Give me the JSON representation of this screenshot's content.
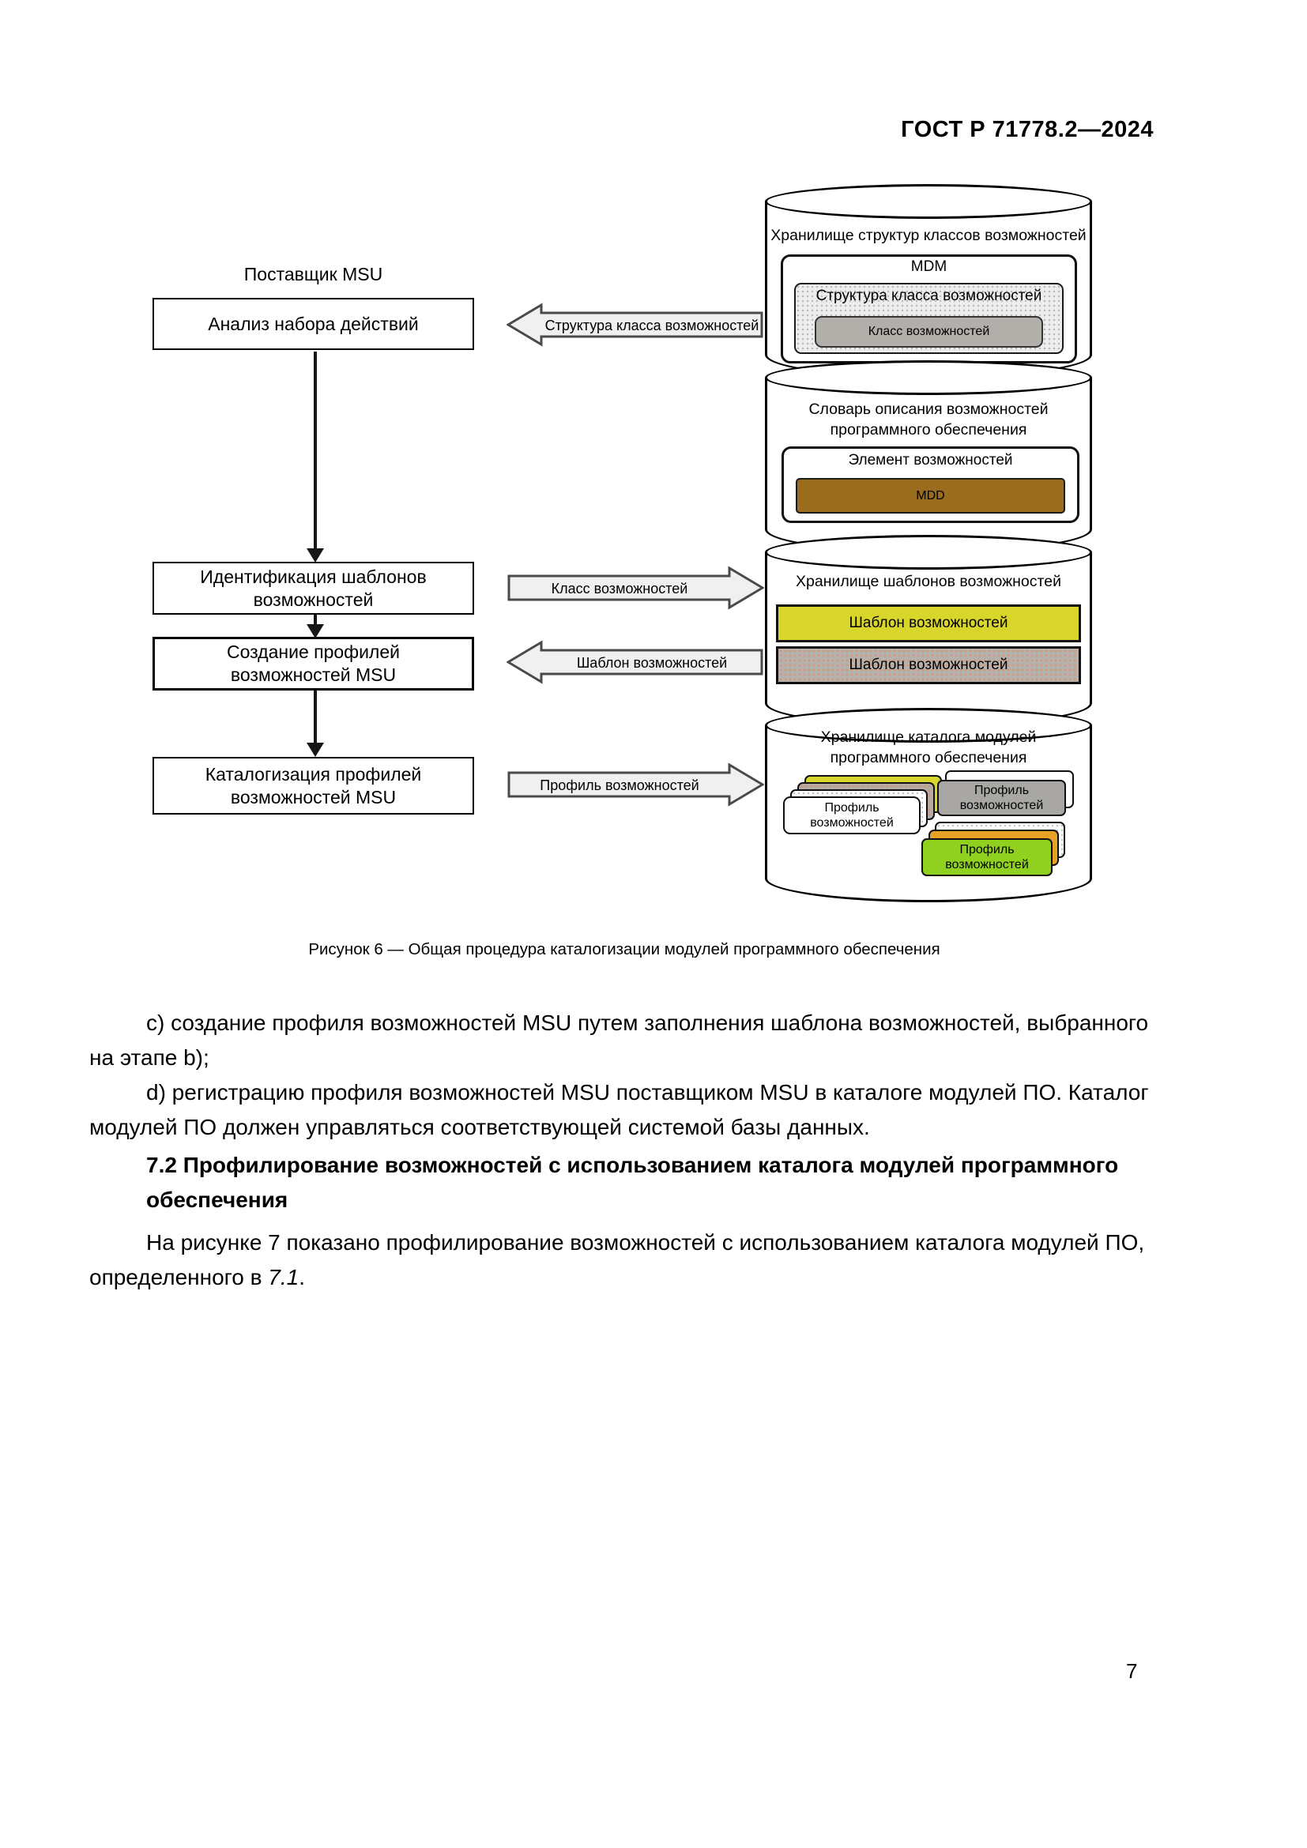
{
  "page": {
    "header": "ГОСТ Р 71778.2—2024",
    "page_number": "7"
  },
  "figure": {
    "caption": "Рисунок 6 — Общая процедура каталогизации модулей программного обеспечения",
    "supplier_label": "Поставщик MSU",
    "process": {
      "analysis": "Анализ набора действий",
      "identification": "Идентификация шаблонов возможностей",
      "creation": "Создание профилей возможностей MSU",
      "cataloging": "Каталогизация профилей возможностей MSU"
    },
    "arrows": {
      "structure": "Структура класса возможностей",
      "class": "Класс возможностей",
      "template": "Шаблон возможностей",
      "profile": "Профиль возможностей"
    },
    "stores": {
      "classes": {
        "title": "Хранилище структур классов возможностей",
        "mdm": "MDM",
        "structure": "Структура класса возможностей",
        "class": "Класс возможностей"
      },
      "dictionary": {
        "title_line1": "Словарь описания возможностей",
        "title_line2": "программного обеспечения",
        "element": "Элемент возможностей",
        "mdd": "MDD"
      },
      "templates": {
        "title": "Хранилище шаблонов возможностей",
        "template1": "Шаблон возможностей",
        "template2": "Шаблон возможностей"
      },
      "catalog": {
        "title_line1": "Хранилище каталога модулей",
        "title_line2": "программного обеспечения",
        "profile1": "Профиль возможностей",
        "profile2": "Профиль возможностей",
        "profile3": "Профиль возможностей"
      }
    },
    "colors": {
      "yellow_template": "#d8d52b",
      "gray_template": "#b5b2ae",
      "brown_mdd": "#9a6c1d",
      "gray_class": "#b2afab",
      "green_profile": "#8fd11e",
      "orange_profile": "#e6a126",
      "gray_profile": "#a9a7a4",
      "arrow_fill": "#f0f0f0",
      "arrow_stroke": "#4a4a4a"
    }
  },
  "content": {
    "item_c_line1": "c) создание профиля возможностей MSU путем заполнения шаблона возможностей, выбранного",
    "item_c_line2": "на этапе b);",
    "item_d_line1": "d) регистрацию профиля возможностей MSU поставщиком MSU в каталоге модулей ПО. Каталог",
    "item_d_line2": "модулей ПО должен управляться соответствующей системой базы данных.",
    "heading_line1": "7.2 Профилирование возможностей с использованием каталога модулей программного",
    "heading_line2": "обеспечения",
    "fig7_line1": "На рисунке 7 показано профилирование возможностей с использованием каталога модулей ПО,",
    "fig7_line2_prefix": "определенного в ",
    "fig7_ref": "7.1",
    "fig7_line2_suffix": "."
  }
}
